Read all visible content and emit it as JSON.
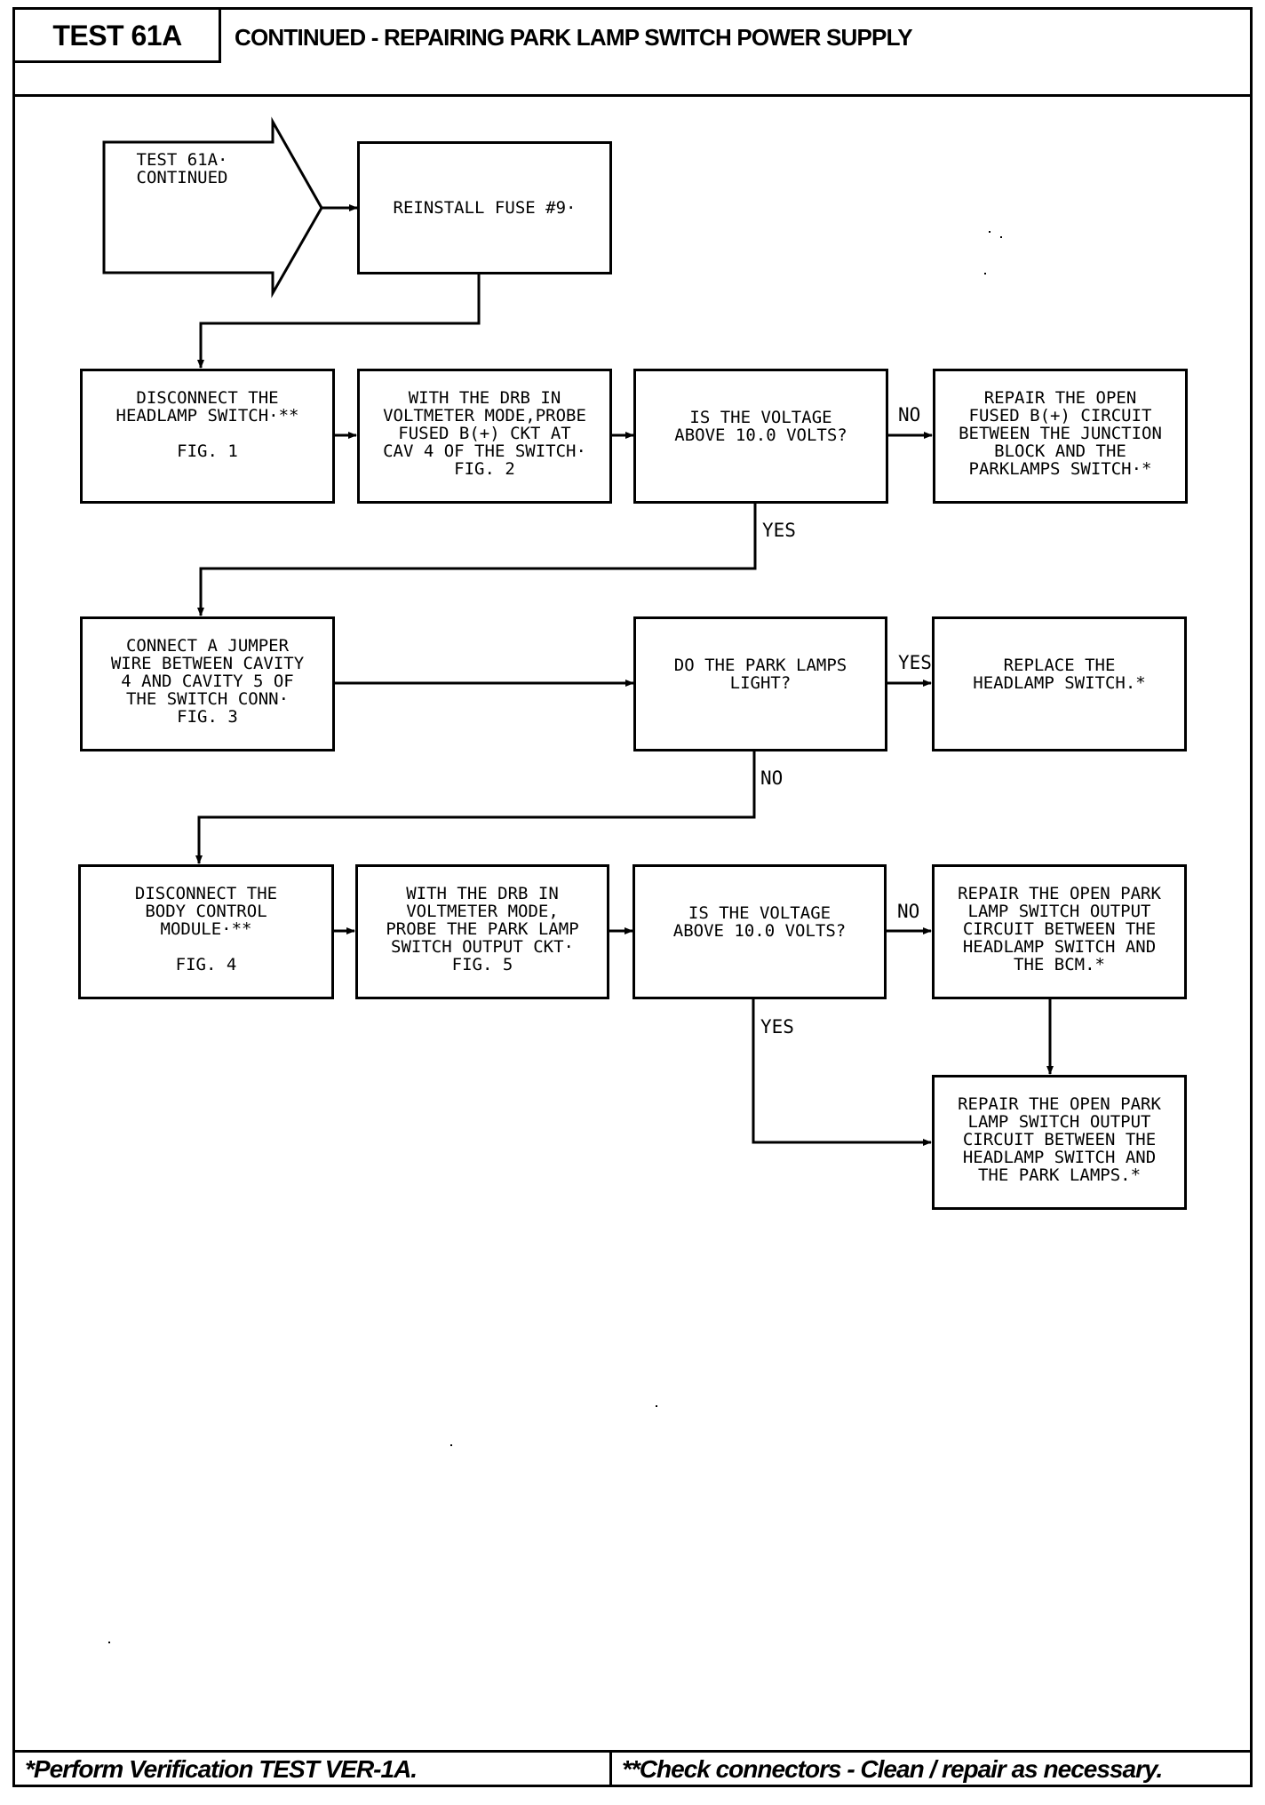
{
  "header": {
    "test_id": "TEST 61A",
    "title": "CONTINUED - REPAIRING PARK LAMP SWITCH POWER SUPPLY"
  },
  "flow": {
    "start": [
      "TEST 61A·",
      "CONTINUED"
    ],
    "reinstall": [
      "REINSTALL FUSE #9·"
    ],
    "disconnect_headlamp": [
      "DISCONNECT THE",
      "HEADLAMP SWITCH·**",
      "",
      "FIG. 1"
    ],
    "probe_fused": [
      "WITH THE DRB IN",
      "VOLTMETER MODE,PROBE",
      "FUSED B(+) CKT AT",
      "CAV 4 OF THE SWITCH·",
      "FIG. 2"
    ],
    "voltage_check_1": [
      "IS THE VOLTAGE",
      "ABOVE 10.0 VOLTS?"
    ],
    "repair_fused": [
      "REPAIR THE OPEN",
      "FUSED B(+) CIRCUIT",
      "BETWEEN THE JUNCTION",
      "BLOCK AND THE",
      "PARKLAMPS SWITCH·*"
    ],
    "connect_jumper": [
      "CONNECT A JUMPER",
      "WIRE BETWEEN CAVITY",
      "4 AND CAVITY 5 OF",
      "THE SWITCH CONN·",
      "FIG. 3"
    ],
    "park_lamps_light": [
      "DO THE PARK LAMPS",
      "LIGHT?"
    ],
    "replace_switch": [
      "REPLACE THE",
      "HEADLAMP SWITCH.*"
    ],
    "disconnect_bcm": [
      "DISCONNECT THE",
      "BODY CONTROL",
      "MODULE·**",
      "",
      "FIG. 4"
    ],
    "probe_output": [
      "WITH THE DRB IN",
      "VOLTMETER MODE,",
      "PROBE THE PARK LAMP",
      "SWITCH OUTPUT CKT·",
      "FIG. 5"
    ],
    "voltage_check_2": [
      "IS THE VOLTAGE",
      "ABOVE 10.0 VOLTS?"
    ],
    "repair_output_bcm": [
      "REPAIR THE OPEN PARK",
      "LAMP SWITCH OUTPUT",
      "CIRCUIT BETWEEN THE",
      "HEADLAMP SWITCH AND",
      "THE BCM.*"
    ],
    "repair_output_lamps": [
      "REPAIR THE OPEN PARK",
      "LAMP SWITCH OUTPUT",
      "CIRCUIT BETWEEN THE",
      "HEADLAMP SWITCH AND",
      "THE PARK LAMPS.*"
    ]
  },
  "labels": {
    "no_1": "NO",
    "yes_1": "YES",
    "yes_2": "YES",
    "no_2": "NO",
    "no_3": "NO",
    "yes_3": "YES"
  },
  "footer": {
    "left": "*Perform Verification TEST VER-1A.",
    "right": "**Check connectors - Clean / repair as necessary."
  }
}
